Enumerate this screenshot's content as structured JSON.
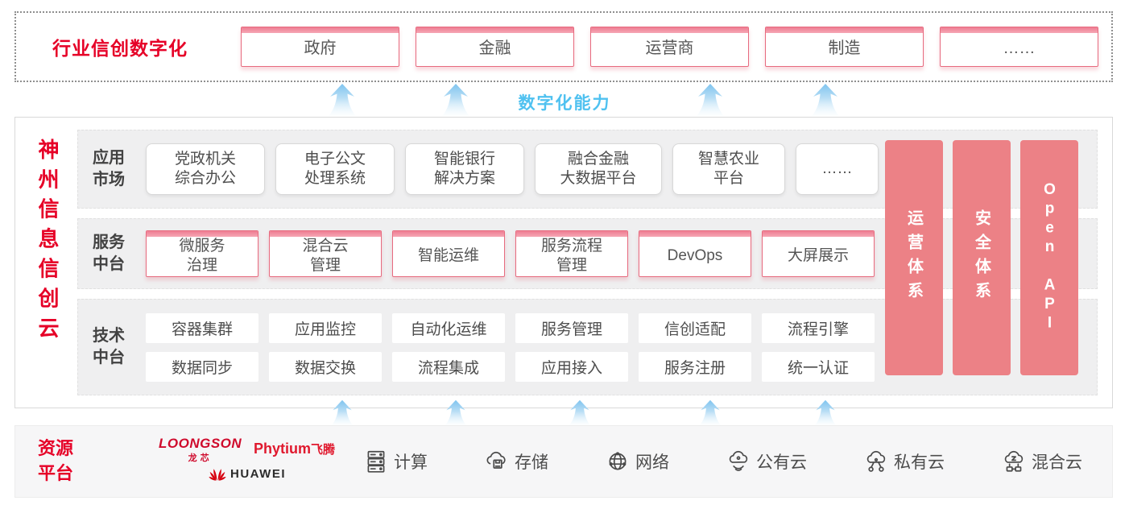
{
  "top_banner": {
    "label": "行业信创数字化",
    "industries": [
      "政府",
      "金融",
      "运营商",
      "制造",
      "……"
    ]
  },
  "capability_label": "数字化能力",
  "platform": {
    "title": "神州信息信创云",
    "rows": [
      {
        "id": "app",
        "label": "应用\n市场",
        "boxes": [
          "党政机关\n综合办公",
          "电子公文\n处理系统",
          "智能银行\n解决方案",
          "融合金融\n大数据平台",
          "智慧农业\n平台",
          "……"
        ]
      },
      {
        "id": "service",
        "label": "服务\n中台",
        "boxes": [
          "微服务\n治理",
          "混合云\n管理",
          "智能运维",
          "服务流程\n管理",
          "DevOps",
          "大屏展示"
        ]
      },
      {
        "id": "tech",
        "label": "技术\n中台",
        "boxes_rows": [
          [
            "容器集群",
            "应用监控",
            "自动化运维",
            "服务管理",
            "信创适配",
            "流程引擎"
          ],
          [
            "数据同步",
            "数据交换",
            "流程集成",
            "应用接入",
            "服务注册",
            "统一认证"
          ]
        ]
      }
    ],
    "pillars": [
      "运营体系",
      "安全体系",
      "Open API"
    ]
  },
  "resources": {
    "label": "资源\n平台",
    "vendors": [
      {
        "name": "loongson",
        "text": "LOONGSON",
        "sub": "龙芯"
      },
      {
        "name": "phytium",
        "text": "Phytium",
        "sub": "飞腾"
      },
      {
        "name": "huawei",
        "text": "HUAWEI"
      }
    ],
    "items": [
      {
        "icon": "compute-icon",
        "label": "计算"
      },
      {
        "icon": "storage-icon",
        "label": "存储"
      },
      {
        "icon": "network-icon",
        "label": "网络"
      },
      {
        "icon": "public-cloud-icon",
        "label": "公有云"
      },
      {
        "icon": "private-cloud-icon",
        "label": "私有云"
      },
      {
        "icon": "hybrid-cloud-icon",
        "label": "混合云"
      }
    ]
  },
  "colors": {
    "accent_red": "#e60027",
    "pink_border": "#e76b7f",
    "pink_bar": "#ec8186",
    "capability_blue": "#4fc1f0",
    "panel_gray": "#efeff0"
  }
}
